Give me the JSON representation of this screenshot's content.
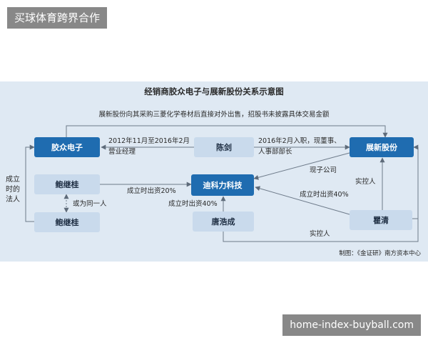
{
  "watermarks": {
    "top": "买球体育跨界合作",
    "bottom": "home-index-buyball.com"
  },
  "diagram": {
    "title": "经销商胶众电子与展新股份关系示意图",
    "top_note": "展新股份向其采购三菱化学卷材后直接对外出售，招股书未披露具体交易金额",
    "nodes": {
      "jiaozhong": "胶众电子",
      "chenjian": "陈剑",
      "zhanxin": "展新股份",
      "baojigui_1": "鲍继桂",
      "dikeli": "迪科力科技",
      "baojigui_2": "鲍继桂",
      "tanghaocheng": "唐浩成",
      "quqing": "瞿清"
    },
    "labels": {
      "chen_to_jz_1": "2012年11月至2016年2月",
      "chen_to_jz_2": "营业经理",
      "chen_to_zx_1": "2016年2月入职，现董事、",
      "chen_to_zx_2": "人事部部长",
      "legal_rep": [
        "成立",
        "时的",
        "法人"
      ],
      "same_person": "或为同一人",
      "invest_20": "成立时出资20%",
      "invest_40_tang": "成立时出资40%",
      "invest_40_qu": "成立时出资40%",
      "current_sub": "现子公司",
      "controller_1": "实控人",
      "controller_2": "实控人",
      "credit": "制图：《金证研》南方资本中心"
    }
  },
  "colors": {
    "panel": "#dfe9f3",
    "dark_node": "#1f6cb0",
    "light_node": "#c9daec",
    "line": "#6e7b8a"
  }
}
